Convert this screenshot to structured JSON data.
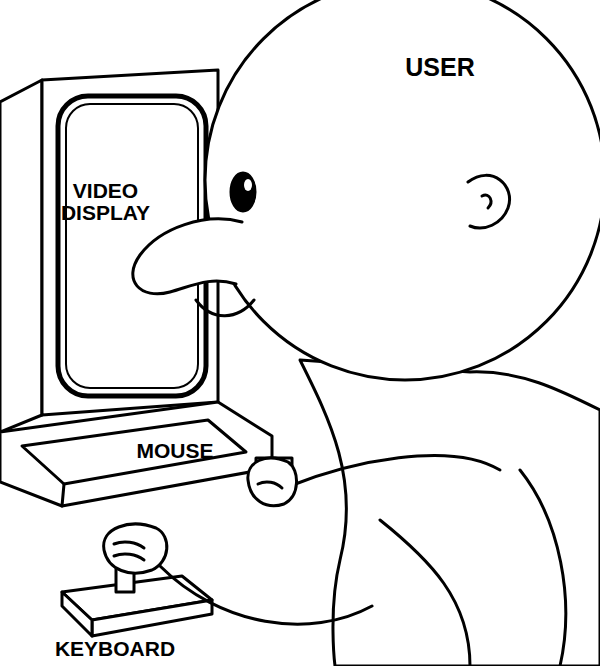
{
  "diagram": {
    "labels": [
      "USER",
      "VIDEO DISPLAY",
      "MOUSE",
      "KEYBOARD"
    ]
  }
}
